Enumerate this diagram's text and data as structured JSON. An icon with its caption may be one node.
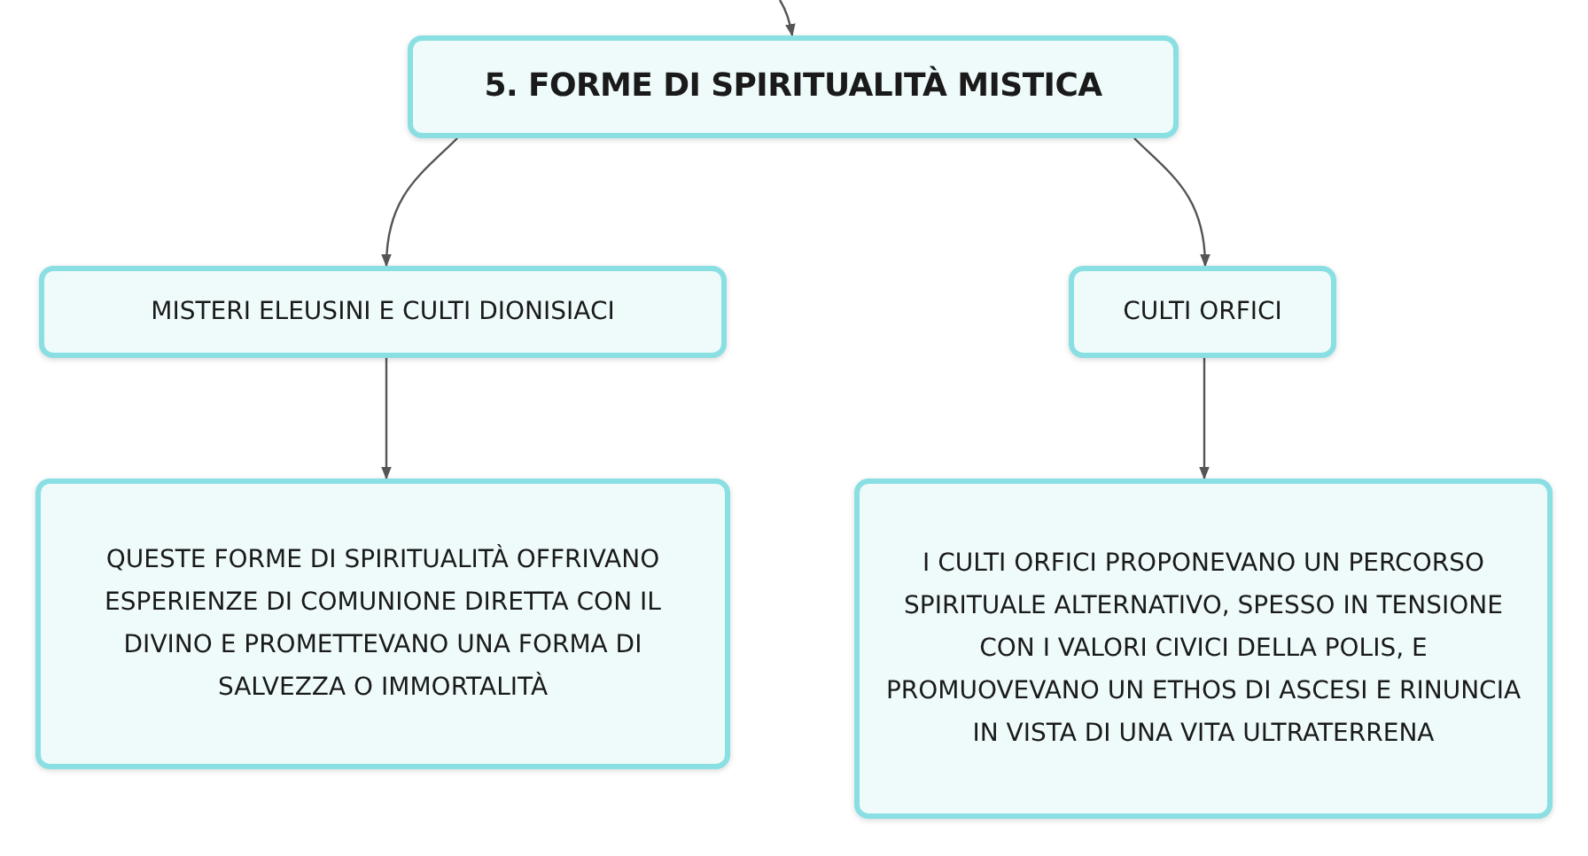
{
  "diagram": {
    "nodes": [
      {
        "text": [
          "5. FORME DI SPIRITUALITÀ MISTICA"
        ]
      },
      {
        "text": [
          "MISTERI ELEUSINI E CULTI DIONISIACI"
        ]
      },
      {
        "text": [
          "CULTI ORFICI"
        ]
      },
      {
        "text": [
          "QUESTE FORME DI SPIRITUALITÀ OFFRIVANO ESPERIENZE DI COMUNIONE DIRETTA CON IL DIVINO E PROMETTEVANO UNA FORMA DI SALVEZZA O IMMORTALITÀ"
        ]
      },
      {
        "text": [
          "I CULTI ORFICI PROPONEVANO UN PERCORSO SPIRITUALE ALTERNATIVO, SPESSO IN TENSIONE CON I VALORI CIVICI DELLA POLIS, E PROMUOVEVANO UN ETHOS DI ASCESI E RINUNCIA IN VISTA DI UNA VITA ULTRATERRENA"
        ]
      }
    ],
    "edges": [
      {
        "from": null,
        "to": 0,
        "arrow": "to"
      },
      {
        "from": 0,
        "to": 1,
        "arrow": "to"
      },
      {
        "from": 0,
        "to": 2,
        "arrow": "to"
      },
      {
        "from": 1,
        "to": 3,
        "arrow": "to"
      },
      {
        "from": 2,
        "to": 4,
        "arrow": "to"
      }
    ]
  }
}
